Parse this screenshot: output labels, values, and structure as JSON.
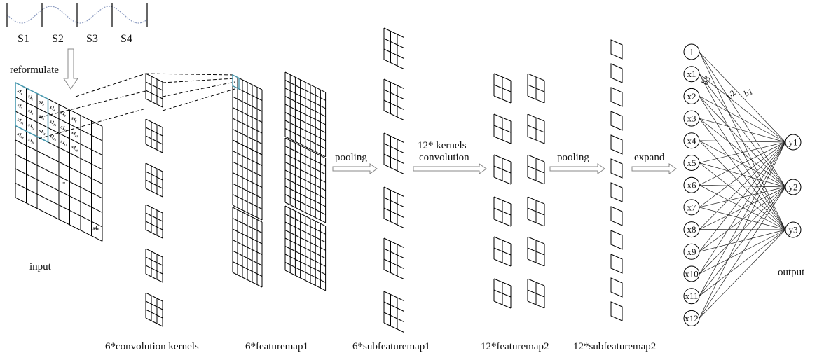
{
  "signal": {
    "segments": [
      "S1",
      "S2",
      "S3",
      "S4"
    ]
  },
  "labels": {
    "reformulate": "reformulate",
    "input": "input",
    "kernels": "6*convolution kernels",
    "featuremap1": "6*featuremap1",
    "subfeaturemap1": "6*subfeaturemap1",
    "featuremap2": "12*featuremap2",
    "subfeaturemap2": "12*subfeaturemap2",
    "output": "output"
  },
  "arrows": {
    "pooling1": "pooling",
    "conv2_line1": "12* kernels",
    "conv2_line2": "convolution",
    "pooling2": "pooling",
    "expand": "expand"
  },
  "input_matrix": {
    "cells": [
      "s1₁",
      "s1₂",
      "s1₃",
      "s1₄",
      "s1₅",
      "s1₆",
      "s1₇",
      "s1₈",
      "s1₉",
      "s1₁₀",
      "s1₁₁",
      "s1₁₂",
      "s1₁₃",
      "s1₁₄",
      "s1₁₅",
      "s1₁₆",
      "s1₁₇",
      "s1₁₈",
      "s1₁₉",
      "s1₂₀",
      "s1₂₁",
      "s1₂₂",
      "s1₂₃",
      "..."
    ],
    "last_cell": "s4ₙ"
  },
  "fc": {
    "inputs": [
      "1",
      "x1",
      "x2",
      "x3",
      "x4",
      "x5",
      "x6",
      "x7",
      "x8",
      "x9",
      "x10",
      "x11",
      "x12"
    ],
    "outputs": [
      "y1",
      "y2",
      "y3"
    ],
    "weights": [
      "b3",
      "b2",
      "b1"
    ]
  },
  "colors": {
    "stroke": "#000000",
    "highlight": "#4a9ab0",
    "signal": "#8a9ac0",
    "arrow": "#888888"
  }
}
